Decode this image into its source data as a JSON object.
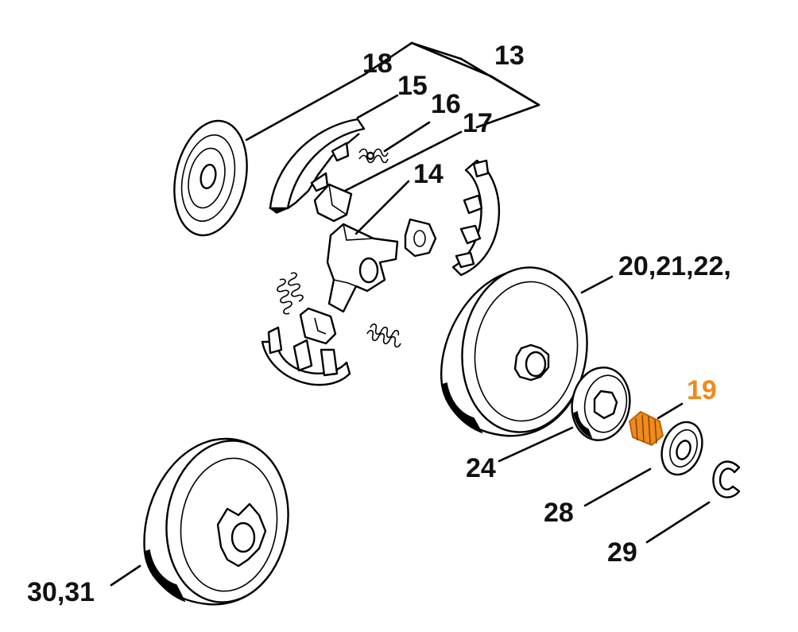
{
  "diagram": {
    "labels": {
      "p18": "18",
      "p13": "13",
      "p15": "15",
      "p16": "16",
      "p17": "17",
      "p14": "14",
      "p20": "20,21,22,",
      "p19": "19",
      "p24": "24",
      "p28": "28",
      "p29": "29",
      "p30": "30,31"
    },
    "highlight_color": "#f08a1c"
  }
}
